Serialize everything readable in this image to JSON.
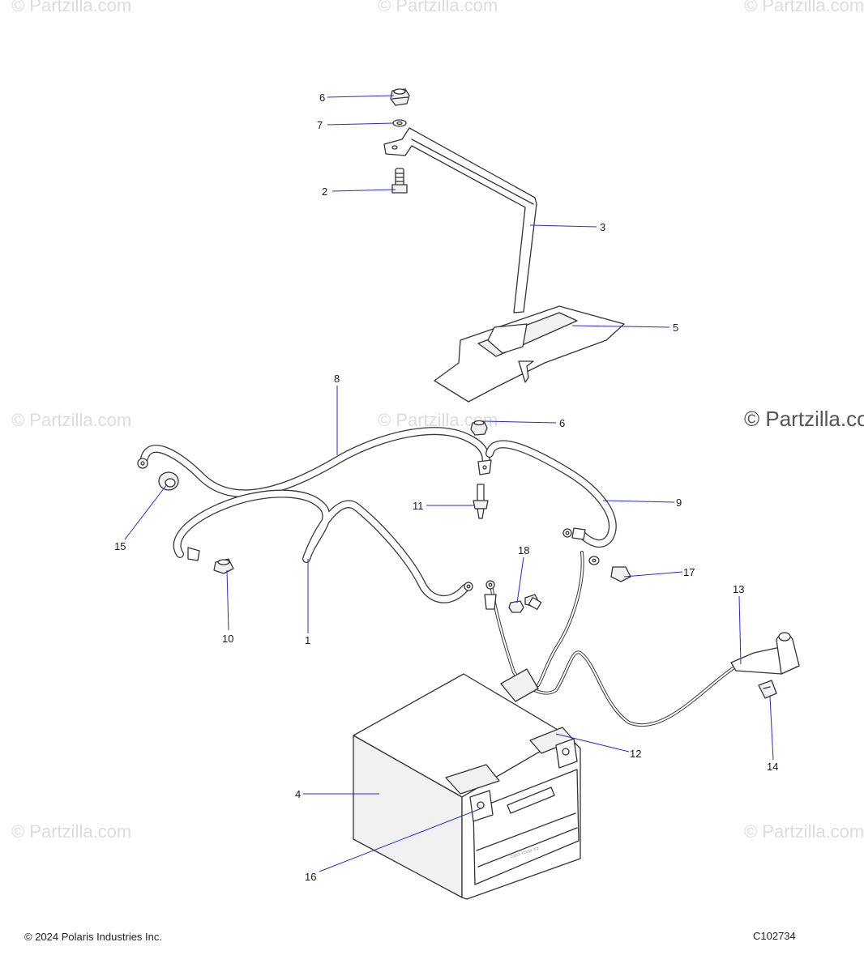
{
  "watermarks": {
    "text": "© Partzilla.com",
    "big_text": "© Partzilla.co"
  },
  "callouts": [
    {
      "id": "c6a",
      "label": "6"
    },
    {
      "id": "c7",
      "label": "7"
    },
    {
      "id": "c2",
      "label": "2"
    },
    {
      "id": "c3",
      "label": "3"
    },
    {
      "id": "c5",
      "label": "5"
    },
    {
      "id": "c8",
      "label": "8"
    },
    {
      "id": "c6b",
      "label": "6"
    },
    {
      "id": "c11",
      "label": "11"
    },
    {
      "id": "c9",
      "label": "9"
    },
    {
      "id": "c15",
      "label": "15"
    },
    {
      "id": "c18",
      "label": "18"
    },
    {
      "id": "c17",
      "label": "17"
    },
    {
      "id": "c13",
      "label": "13"
    },
    {
      "id": "c10",
      "label": "10"
    },
    {
      "id": "c1",
      "label": "1"
    },
    {
      "id": "c12",
      "label": "12"
    },
    {
      "id": "c14",
      "label": "14"
    },
    {
      "id": "c4",
      "label": "4"
    },
    {
      "id": "c16",
      "label": "16"
    }
  ],
  "footer": {
    "copyright": "© 2024 Polaris Industries Inc.",
    "diagram_code": "C102734"
  },
  "colors": {
    "leader": "#2a2ad6",
    "line_art": "#333333"
  }
}
